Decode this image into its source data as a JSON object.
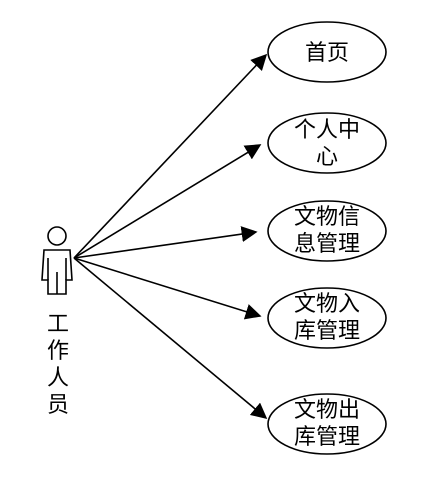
{
  "actor": {
    "label_lines": [
      "工",
      "作",
      "人",
      "员"
    ]
  },
  "use_cases": [
    {
      "id": "home",
      "lines": [
        "首页"
      ]
    },
    {
      "id": "personal-center",
      "lines": [
        "个人中",
        "心"
      ]
    },
    {
      "id": "relic-info-management",
      "lines": [
        "文物信",
        "息管理"
      ]
    },
    {
      "id": "relic-warehousing-management",
      "lines": [
        "文物入",
        "库管理"
      ]
    },
    {
      "id": "relic-outbound-management",
      "lines": [
        "文物出",
        "库管理"
      ]
    }
  ],
  "colors": {
    "stroke": "#000000",
    "fill": "#ffffff",
    "text": "#000000"
  }
}
